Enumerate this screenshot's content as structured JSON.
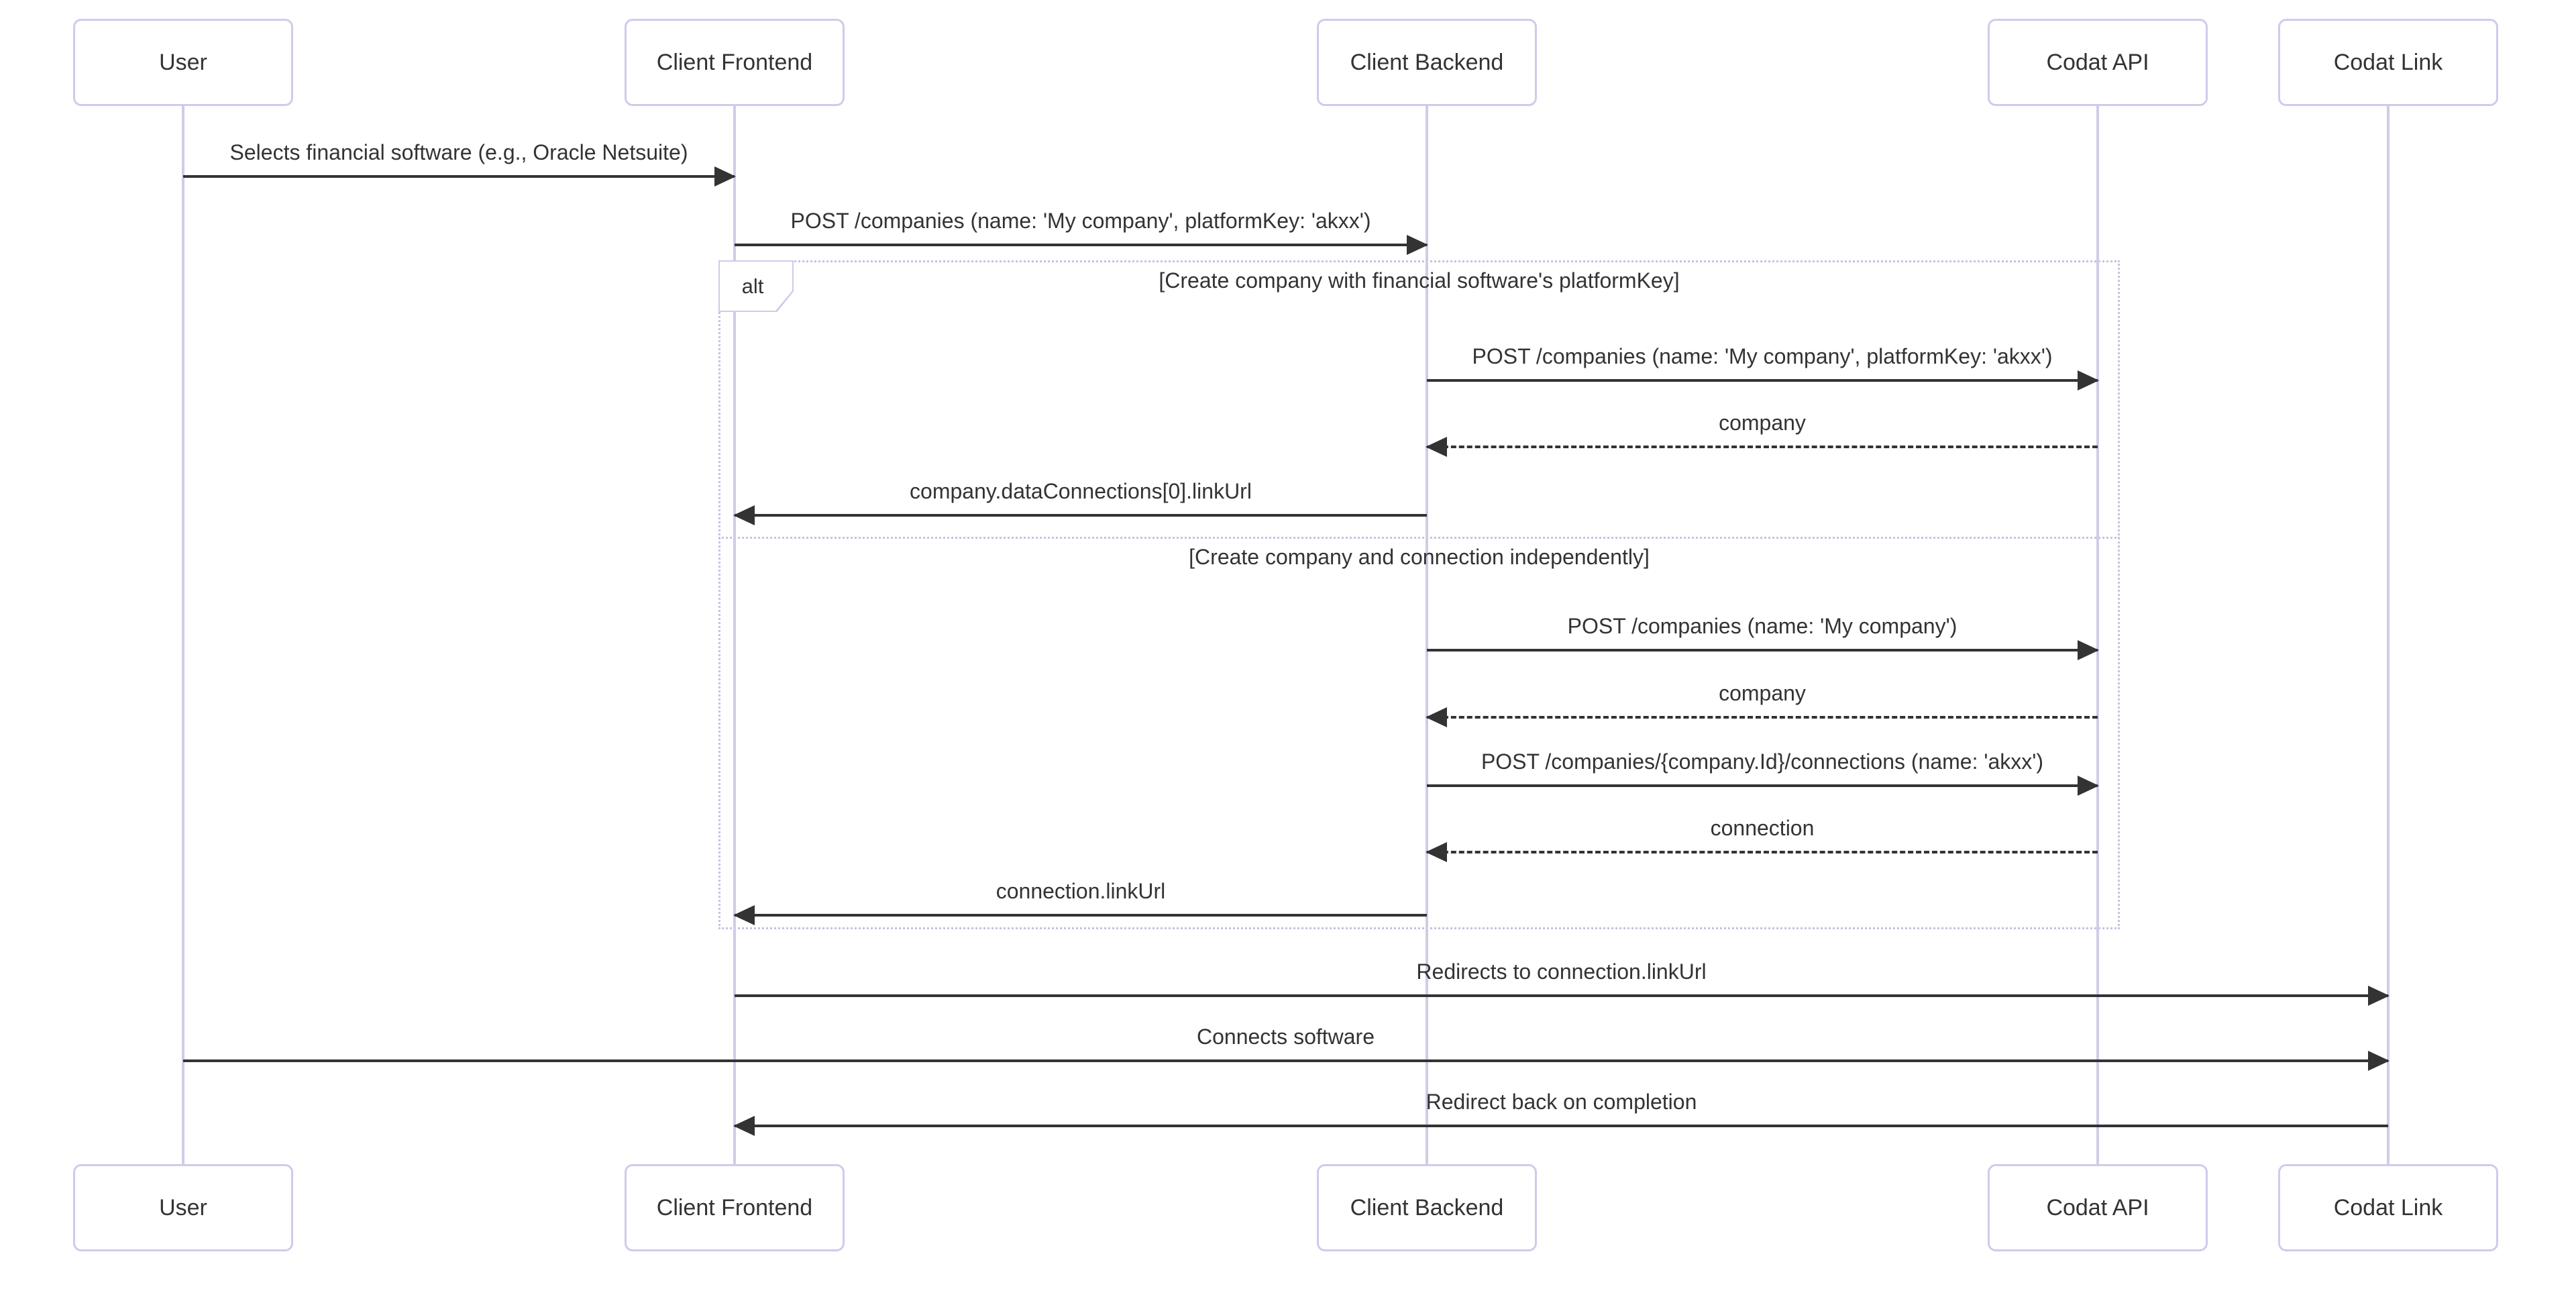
{
  "diagram": {
    "type": "sequence-diagram",
    "participants": [
      {
        "id": "user",
        "name": "User"
      },
      {
        "id": "client-frontend",
        "name": "Client Frontend"
      },
      {
        "id": "client-backend",
        "name": "Client Backend"
      },
      {
        "id": "codat-api",
        "name": "Codat API"
      },
      {
        "id": "codat-link",
        "name": "Codat Link"
      }
    ],
    "alt_block": {
      "operator": "alt",
      "sections": [
        {
          "condition": "[Create company with financial software's platformKey]"
        },
        {
          "condition": "[Create company and connection independently]"
        }
      ]
    },
    "messages": [
      {
        "label": "Selects financial software (e.g., Oracle Netsuite)",
        "from": "User",
        "to": "Client Frontend",
        "line": "solid"
      },
      {
        "label": "POST /companies (name: 'My company', platformKey: 'akxx')",
        "from": "Client Frontend",
        "to": "Client Backend",
        "line": "solid"
      },
      {
        "label": "POST /companies (name: 'My company', platformKey: 'akxx')",
        "from": "Client Backend",
        "to": "Codat API",
        "line": "solid"
      },
      {
        "label": "company",
        "from": "Codat API",
        "to": "Client Backend",
        "line": "dashed"
      },
      {
        "label": "company.dataConnections[0].linkUrl",
        "from": "Client Backend",
        "to": "Client Frontend",
        "line": "solid"
      },
      {
        "label": "POST /companies (name: 'My company')",
        "from": "Client Backend",
        "to": "Codat API",
        "line": "solid"
      },
      {
        "label": "company",
        "from": "Codat API",
        "to": "Client Backend",
        "line": "dashed"
      },
      {
        "label": "POST /companies/{company.Id}/connections (name: 'akxx')",
        "from": "Client Backend",
        "to": "Codat API",
        "line": "solid"
      },
      {
        "label": "connection",
        "from": "Codat API",
        "to": "Client Backend",
        "line": "dashed"
      },
      {
        "label": "connection.linkUrl",
        "from": "Client Backend",
        "to": "Client Frontend",
        "line": "solid"
      },
      {
        "label": "Redirects to connection.linkUrl",
        "from": "Client Frontend",
        "to": "Codat Link",
        "line": "solid"
      },
      {
        "label": "Connects software",
        "from": "User",
        "to": "Codat Link",
        "line": "solid"
      },
      {
        "label": "Redirect back on completion",
        "from": "Codat Link",
        "to": "Client Frontend",
        "line": "solid"
      }
    ],
    "colors": {
      "background": "#ffffff",
      "actor_border": "#ccccec",
      "actor_fill": "#ffffff",
      "lifeline": "#cdcde6",
      "frame_border": "#c3c3e4",
      "arrow": "#333333",
      "text": "#333333"
    }
  }
}
